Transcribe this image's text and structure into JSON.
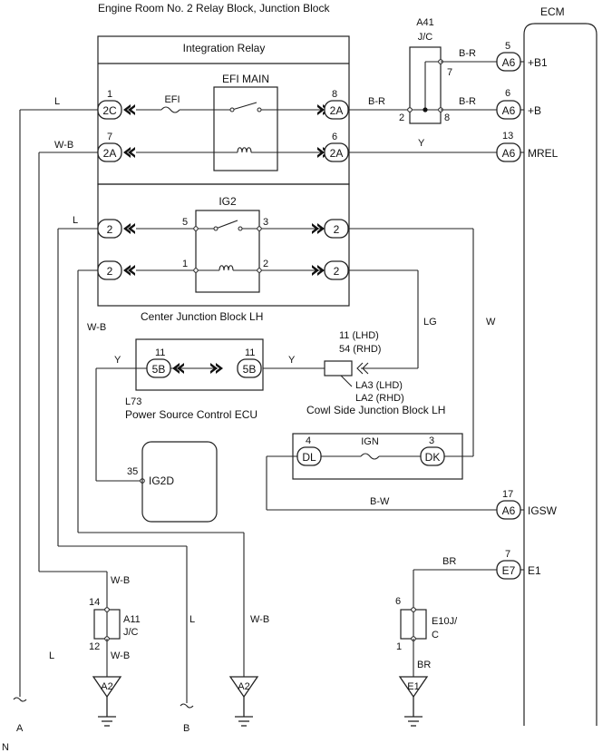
{
  "labels": {
    "block_title": "Engine Room No. 2 Relay Block, Junction Block",
    "integration_relay": "Integration Relay",
    "efi_main": "EFI MAIN",
    "efi_fuse": "EFI",
    "ig2": "IG2",
    "ecm": "ECM",
    "a41": "A41",
    "a41_jc": "J/C",
    "center_jb": "Center Junction Block LH",
    "l73": "L73",
    "psc_ecu": "Power Source  Control ECU",
    "cowl_pin_lhd": "11 (LHD)",
    "cowl_pin_rhd": "54 (RHD)",
    "cowl_conn_lhd": "LA3 (LHD)",
    "cowl_conn_rhd": "LA2 (RHD)",
    "cowl_jb": "Cowl Side Junction Block LH",
    "ign_fuse": "IGN",
    "a11": "A11",
    "a11_jc": "J/C",
    "e10": "E10J/",
    "e10_c": "C",
    "corner_n": "N"
  },
  "connectors": {
    "c2c": "2C",
    "c2a_l": "2A",
    "c2a_r1": "2A",
    "c2a_r2": "2A",
    "c2_l1": "2",
    "c2_l2": "2",
    "c2_r1": "2",
    "c2_r2": "2",
    "c5b_l": "5B",
    "c5b_r": "5B",
    "a6_1": "A6",
    "a6_2": "A6",
    "a6_3": "A6",
    "a6_4": "A6",
    "e7": "E7",
    "dl": "DL",
    "dk": "DK",
    "g_a2_1": "A2",
    "g_a2_2": "A2",
    "g_e1": "E1"
  },
  "pins": {
    "p1": "1",
    "p7": "7",
    "p8": "8",
    "p6": "6",
    "ig2_5": "5",
    "ig2_3": "3",
    "ig2_1": "1",
    "ig2_2": "2",
    "a41_7": "7",
    "a41_2": "2",
    "a41_8": "8",
    "ecm_5": "5",
    "ecm_6": "6",
    "ecm_13": "13",
    "ecm_17": "17",
    "ecm_7": "7",
    "l73_11a": "11",
    "l73_11b": "11",
    "l73_35": "35",
    "dl_4": "4",
    "dk_3": "3",
    "a11_14": "14",
    "a11_12": "12",
    "e10_6": "6",
    "e10_1": "1"
  },
  "terminals": {
    "b1": "+B1",
    "b": "+B",
    "mrel": "MREL",
    "igsw": "IGSW",
    "e1": "E1",
    "ig2d": "IG2D"
  },
  "wires": {
    "w_l1": "L",
    "w_wb1": "W-B",
    "w_br1": "B-R",
    "w_br2": "B-R",
    "w_br3": "B-R",
    "w_y1": "Y",
    "w_l2": "L",
    "w_wb2": "W-B",
    "w_lg": "LG",
    "w_w": "W",
    "w_y2": "Y",
    "w_y3": "Y",
    "w_bw": "B-W",
    "w_br4": "BR",
    "w_br5": "BR",
    "w_wb3": "W-B",
    "w_wb4": "W-B",
    "w_l3": "L",
    "w_wb5": "W-B",
    "w_l4": "L"
  },
  "ends": {
    "a": "A",
    "b": "B"
  }
}
